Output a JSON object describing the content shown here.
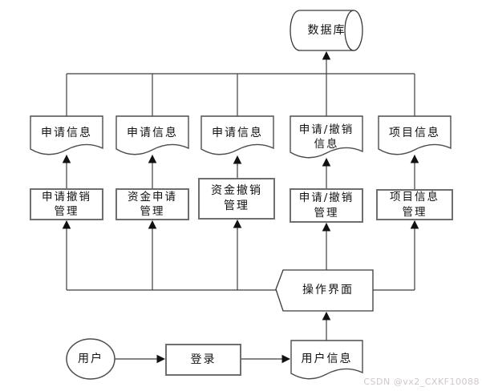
{
  "watermark": "CSDN @vx2_CXKF10088",
  "colors": {
    "background": "#ffffff",
    "line": "#3f3f3f",
    "text": "#111111",
    "watermark": "#cfc8c8"
  },
  "diagram": {
    "nodes": {
      "database": {
        "label": "数据库",
        "shape": "cylinder"
      },
      "doc_apply_info_1": {
        "label": "申请信息",
        "shape": "document"
      },
      "doc_apply_info_2": {
        "label": "申请信息",
        "shape": "document"
      },
      "doc_apply_info_3": {
        "label": "申请信息",
        "shape": "document"
      },
      "doc_apply_cancel_info": {
        "label": "申请/撤销\n信息",
        "shape": "document"
      },
      "doc_project_info": {
        "label": "项目信息",
        "shape": "document"
      },
      "rect_apply_cancel_mgmt": {
        "label": "申请撤销\n管理",
        "shape": "process"
      },
      "rect_fund_apply_mgmt": {
        "label": "资金申请\n管理",
        "shape": "process"
      },
      "rect_fund_cancel_mgmt": {
        "label": "资金撤销\n管理",
        "shape": "process"
      },
      "rect_apply_or_cancel_mgmt": {
        "label": "申请/撤销\n管理",
        "shape": "process"
      },
      "rect_project_info_mgmt": {
        "label": "项目信息\n管理",
        "shape": "process"
      },
      "operation_ui": {
        "label": "操作界面",
        "shape": "pentagon"
      },
      "user": {
        "label": "用户",
        "shape": "ellipse"
      },
      "login": {
        "label": "登录",
        "shape": "process"
      },
      "user_info": {
        "label": "用户信息",
        "shape": "document"
      }
    }
  }
}
